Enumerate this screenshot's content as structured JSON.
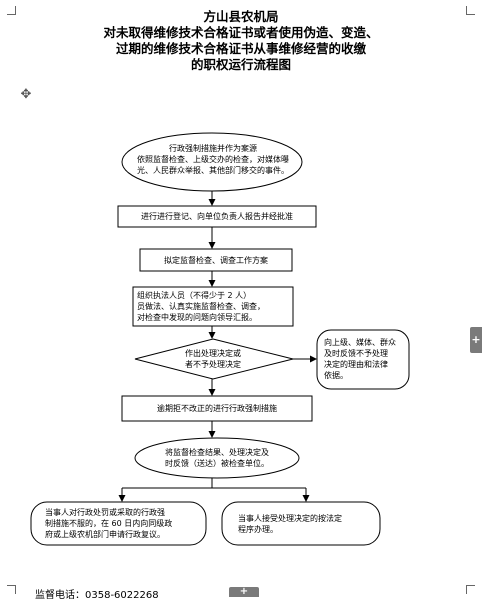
{
  "header": {
    "title_lines": [
      "方山县农机局",
      "对未取得维修技术合格证书或者使用伪造、变造、",
      "过期的维修技术合格证书从事维修经营的收缴",
      "的职权运行流程图"
    ]
  },
  "flow": {
    "start": [
      "行政强制措施并作为案源",
      "依照监督检查、上级交办的检查，对媒体曝",
      "光、人民群众举报、其他部门移交的事件。"
    ],
    "register": "进行进行登记、向单位负责人报告并经批准",
    "plan": "拟定监督检查、调查工作方案",
    "investigate": [
      "组织执法人员（不得少于 2 人）",
      "员做法、认真实施监督检查、调查，",
      "对检查中发现的问题向领导汇报。"
    ],
    "decision": [
      "作出处理决定或",
      "者不予处理决定"
    ],
    "side_notify": [
      "向上级、媒体、群众",
      "及时反馈不予处理",
      "决定的理由和法律",
      "依据。"
    ],
    "enforce": "逾期拒不改正的进行行政强制措施",
    "feedback": [
      "将监督检查结果、处理决定及",
      "时反馈（送达）被检查单位。"
    ],
    "review": [
      "当事人对行政处罚或采取的行政强",
      "制措施不服的，在 60 日内向同级政",
      "府或上级农机部门申请行政复议。"
    ],
    "accept": [
      "当事人接受处理决定的按法定",
      "程序办理。"
    ]
  },
  "footer": {
    "phone": "监督电话：0358-6022268"
  },
  "icons": {
    "move_handle": "move-icon",
    "side_tab": "plus-icon",
    "bottom_tab": "plus-icon"
  },
  "colors": {
    "stroke": "#000000",
    "tab": "#7a7a7a"
  }
}
